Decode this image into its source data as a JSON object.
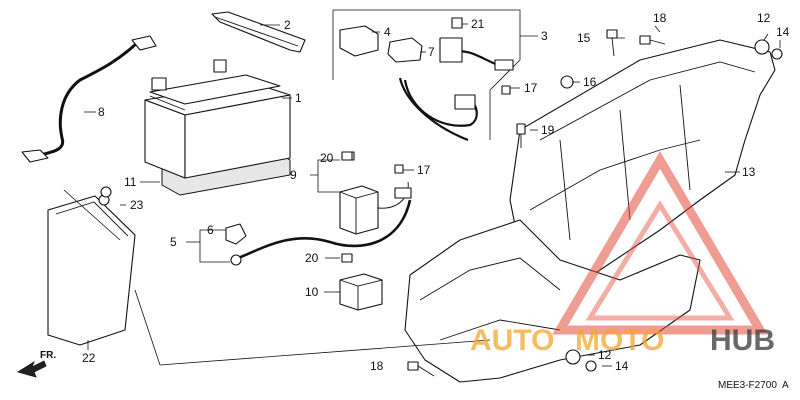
{
  "labels": {
    "l1": "1",
    "l2": "2",
    "l3": "3",
    "l4": "4",
    "l5": "5",
    "l6": "6",
    "l7": "7",
    "l8": "8",
    "l9": "9",
    "l10": "10",
    "l11": "11",
    "l12a": "12",
    "l12b": "12",
    "l13": "13",
    "l14a": "14",
    "l14b": "14",
    "l15": "15",
    "l16": "16",
    "l17a": "17",
    "l17b": "17",
    "l18a": "18",
    "l18b": "18",
    "l19": "19",
    "l20a": "20",
    "l20b": "20",
    "l21": "21",
    "l22": "22",
    "l23": "23"
  },
  "front_marker": "FR.",
  "diagram_code": "MEE3-F2700",
  "diagram_code_suffix": "A",
  "watermark": {
    "part_a": "AUTO",
    "part_b": "MOTO",
    "part_c": "HUB",
    "accent": "#f2a62e",
    "triangle": "#e24b3a"
  }
}
